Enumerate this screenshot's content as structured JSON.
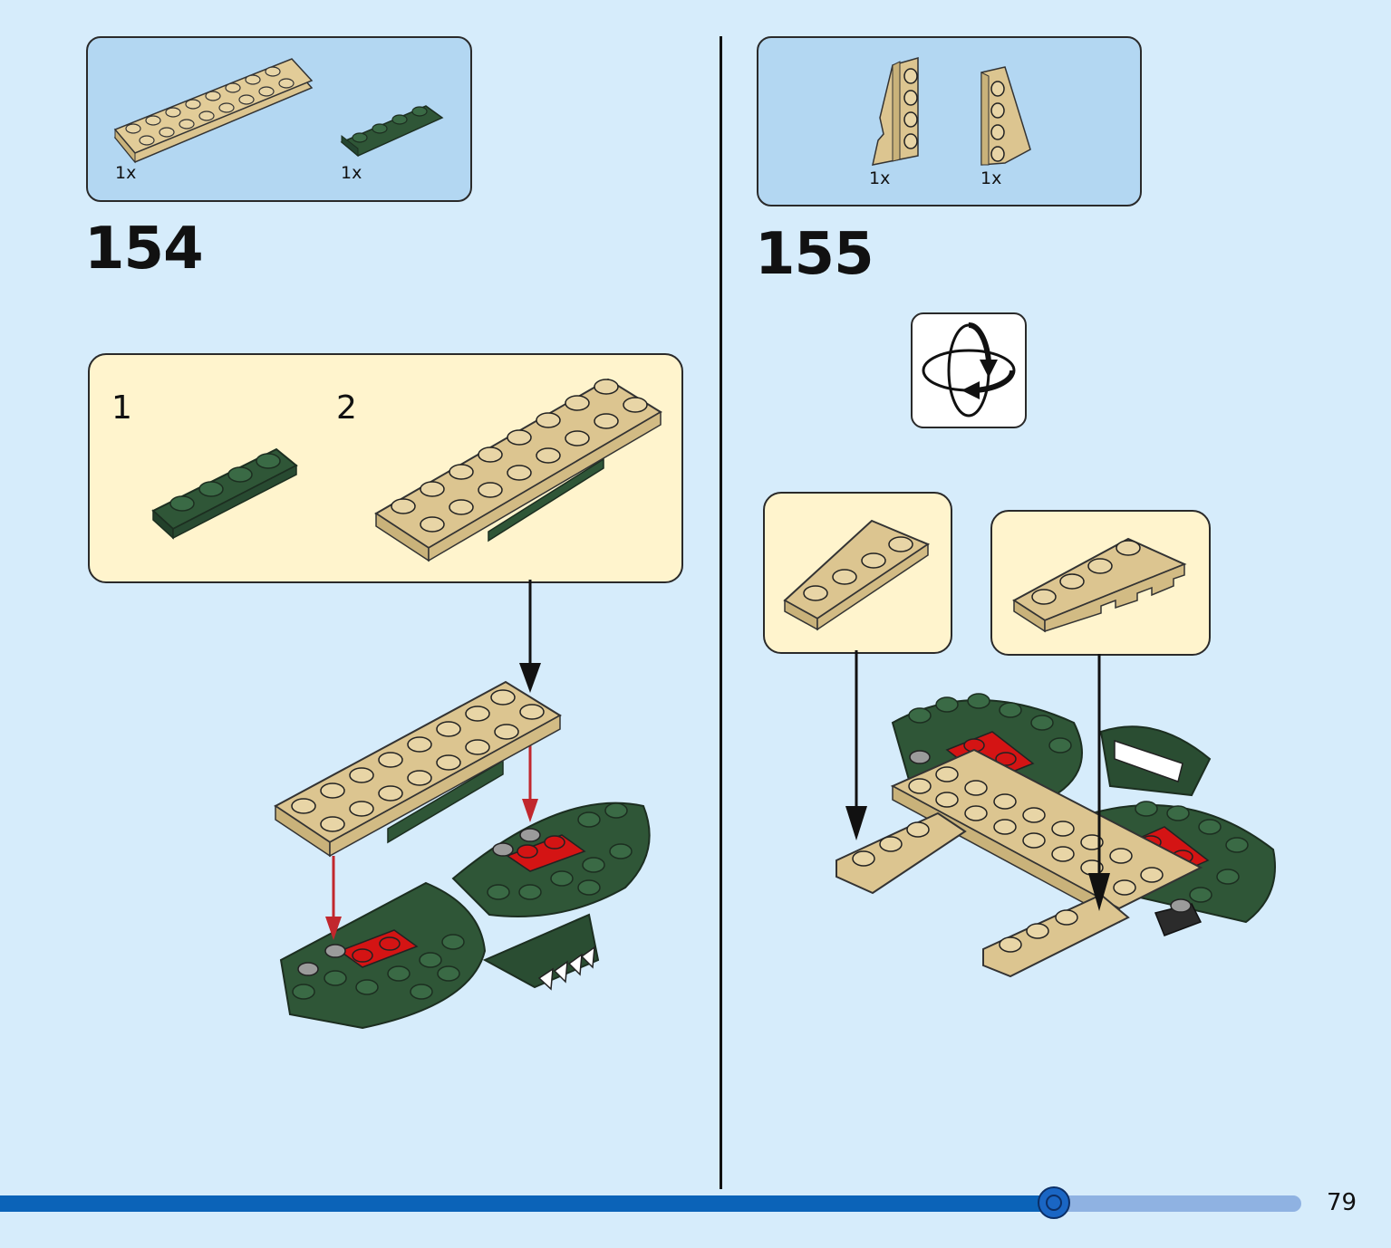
{
  "step_154": {
    "number": "154",
    "parts": [
      {
        "quantity": "1x",
        "part": "tan-plate-2x8"
      },
      {
        "quantity": "1x",
        "part": "dark-green-plate-1x4"
      }
    ],
    "sub_steps": [
      "1",
      "2"
    ]
  },
  "step_155": {
    "number": "155",
    "parts": [
      {
        "quantity": "1x",
        "part": "tan-wing-plate-left"
      },
      {
        "quantity": "1x",
        "part": "tan-wing-plate-right"
      }
    ],
    "rotate_icon": "rotate-model-icon"
  },
  "footer": {
    "page_number": "79",
    "progress_fraction": 0.81
  },
  "colors": {
    "background": "#d6ecfb",
    "parts_box": "#b3d7f2",
    "callout_box": "#fff4cd",
    "tan": "#dcc590",
    "dark_green": "#2f5637",
    "red": "#d41414",
    "progress": "#0b63b8"
  }
}
